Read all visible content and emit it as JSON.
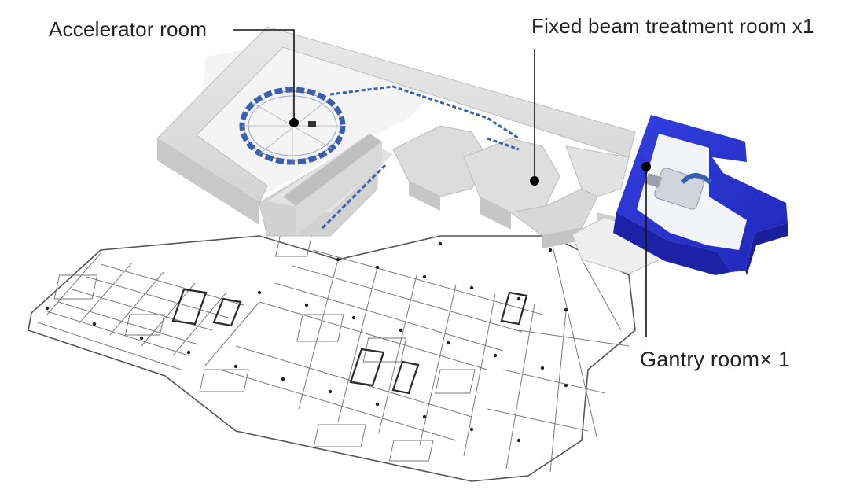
{
  "labels": {
    "accelerator_room": "Accelerator room",
    "fixed_beam_room": "Fixed beam treatment room x1",
    "gantry_room": "Gantry room× 1"
  },
  "colors": {
    "gantry_room": "#2a34d6",
    "accelerator_magnets": "#3a5fb0",
    "walls": "#d9d9d9",
    "floorplan_lines": "#6f6f6f",
    "callout_line": "#111111"
  }
}
